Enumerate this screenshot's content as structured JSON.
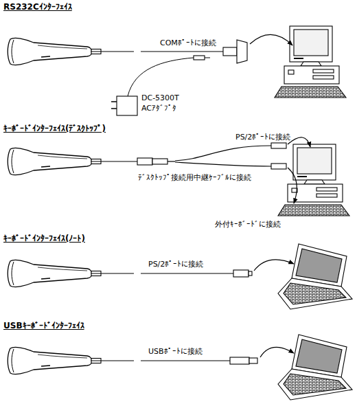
{
  "diagram": {
    "labels": [
      "RS232Cｲﾝﾀｰﾌｪｲｽ",
      "COMﾎﾟｰﾄに接続",
      "DC-5300T",
      "ACｱﾀﾞﾌﾟﾀ",
      "ｷｰﾎﾞｰﾄﾞｲﾝﾀｰﾌｪｲｽ(ﾃﾞｽｸﾄｯﾌﾟ)",
      "PS/2ﾎﾟｰﾄに接続",
      "ﾃﾞｽｸﾄｯﾌﾟ接続用中継ｹｰﾌﾞﾙに接続",
      "外付ｷｰﾎﾞｰﾄﾞに接続",
      "ｷｰﾎﾞｰﾄﾞｲﾝﾀｰﾌｪｲｽ(ﾉｰﾄ)",
      "PS/2ﾎﾟｰﾄに接続",
      "USBｷｰﾎﾞｰﾄﾞｲﾝﾀｰﾌｪｲｽ",
      "USBﾎﾟｰﾄに接続"
    ]
  }
}
